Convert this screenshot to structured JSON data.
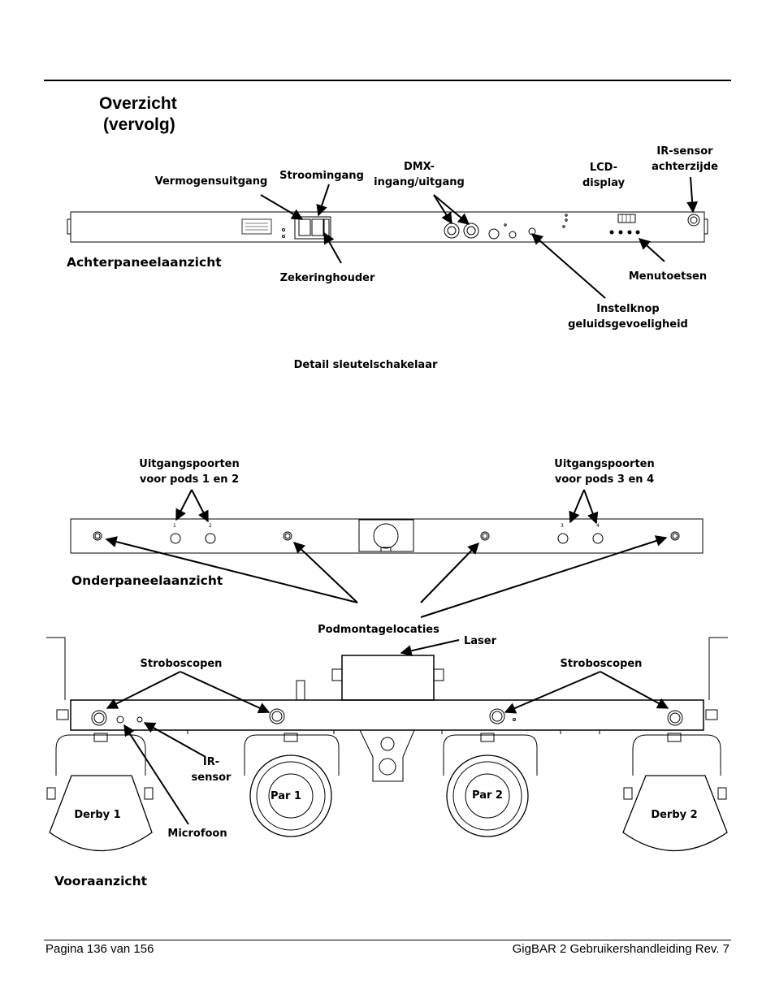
{
  "header": {
    "title_line1": "Overzicht",
    "title_line2": "(vervolg)"
  },
  "rear_panel": {
    "section_label": "Achterpaneelaanzicht",
    "labels": {
      "power_out": "Vermogensuitgang",
      "power_in": "Stroomingang",
      "dmx_line1": "DMX-",
      "dmx_line2": "ingang/uitgang",
      "lcd_line1": "LCD-",
      "lcd_line2": "display",
      "ir_line1": "IR-sensor",
      "ir_line2": "achterzijde",
      "fuse": "Zekeringhouder",
      "menu": "Menutoetsen",
      "sound_line1": "Instelknop",
      "sound_line2": "geluidsgevoeligheid"
    },
    "key_switch_detail": "Detail sleutelschakelaar"
  },
  "bottom_panel": {
    "section_label": "Onderpaneelaanzicht",
    "ports_left_line1": "Uitgangspoorten",
    "ports_left_line2": "voor pods 1 en 2",
    "ports_right_line1": "Uitgangspoorten",
    "ports_right_line2": "voor pods 3 en 4",
    "port_numbers": [
      "1",
      "2",
      "3",
      "4"
    ],
    "pod_mount_label": "Podmontagelocaties"
  },
  "front_view": {
    "section_label": "Vooraanzicht",
    "laser": "Laser",
    "strobes_left": "Stroboscopen",
    "strobes_right": "Stroboscopen",
    "ir_line1": "IR-",
    "ir_line2": "sensor",
    "microphone": "Microfoon",
    "derby1": "Derby 1",
    "par1": "Par 1",
    "par2": "Par 2",
    "derby2": "Derby 2"
  },
  "footer": {
    "page": "Pagina 136 van 156",
    "doc": "GigBAR 2 Gebruikershandleiding Rev. 7"
  }
}
